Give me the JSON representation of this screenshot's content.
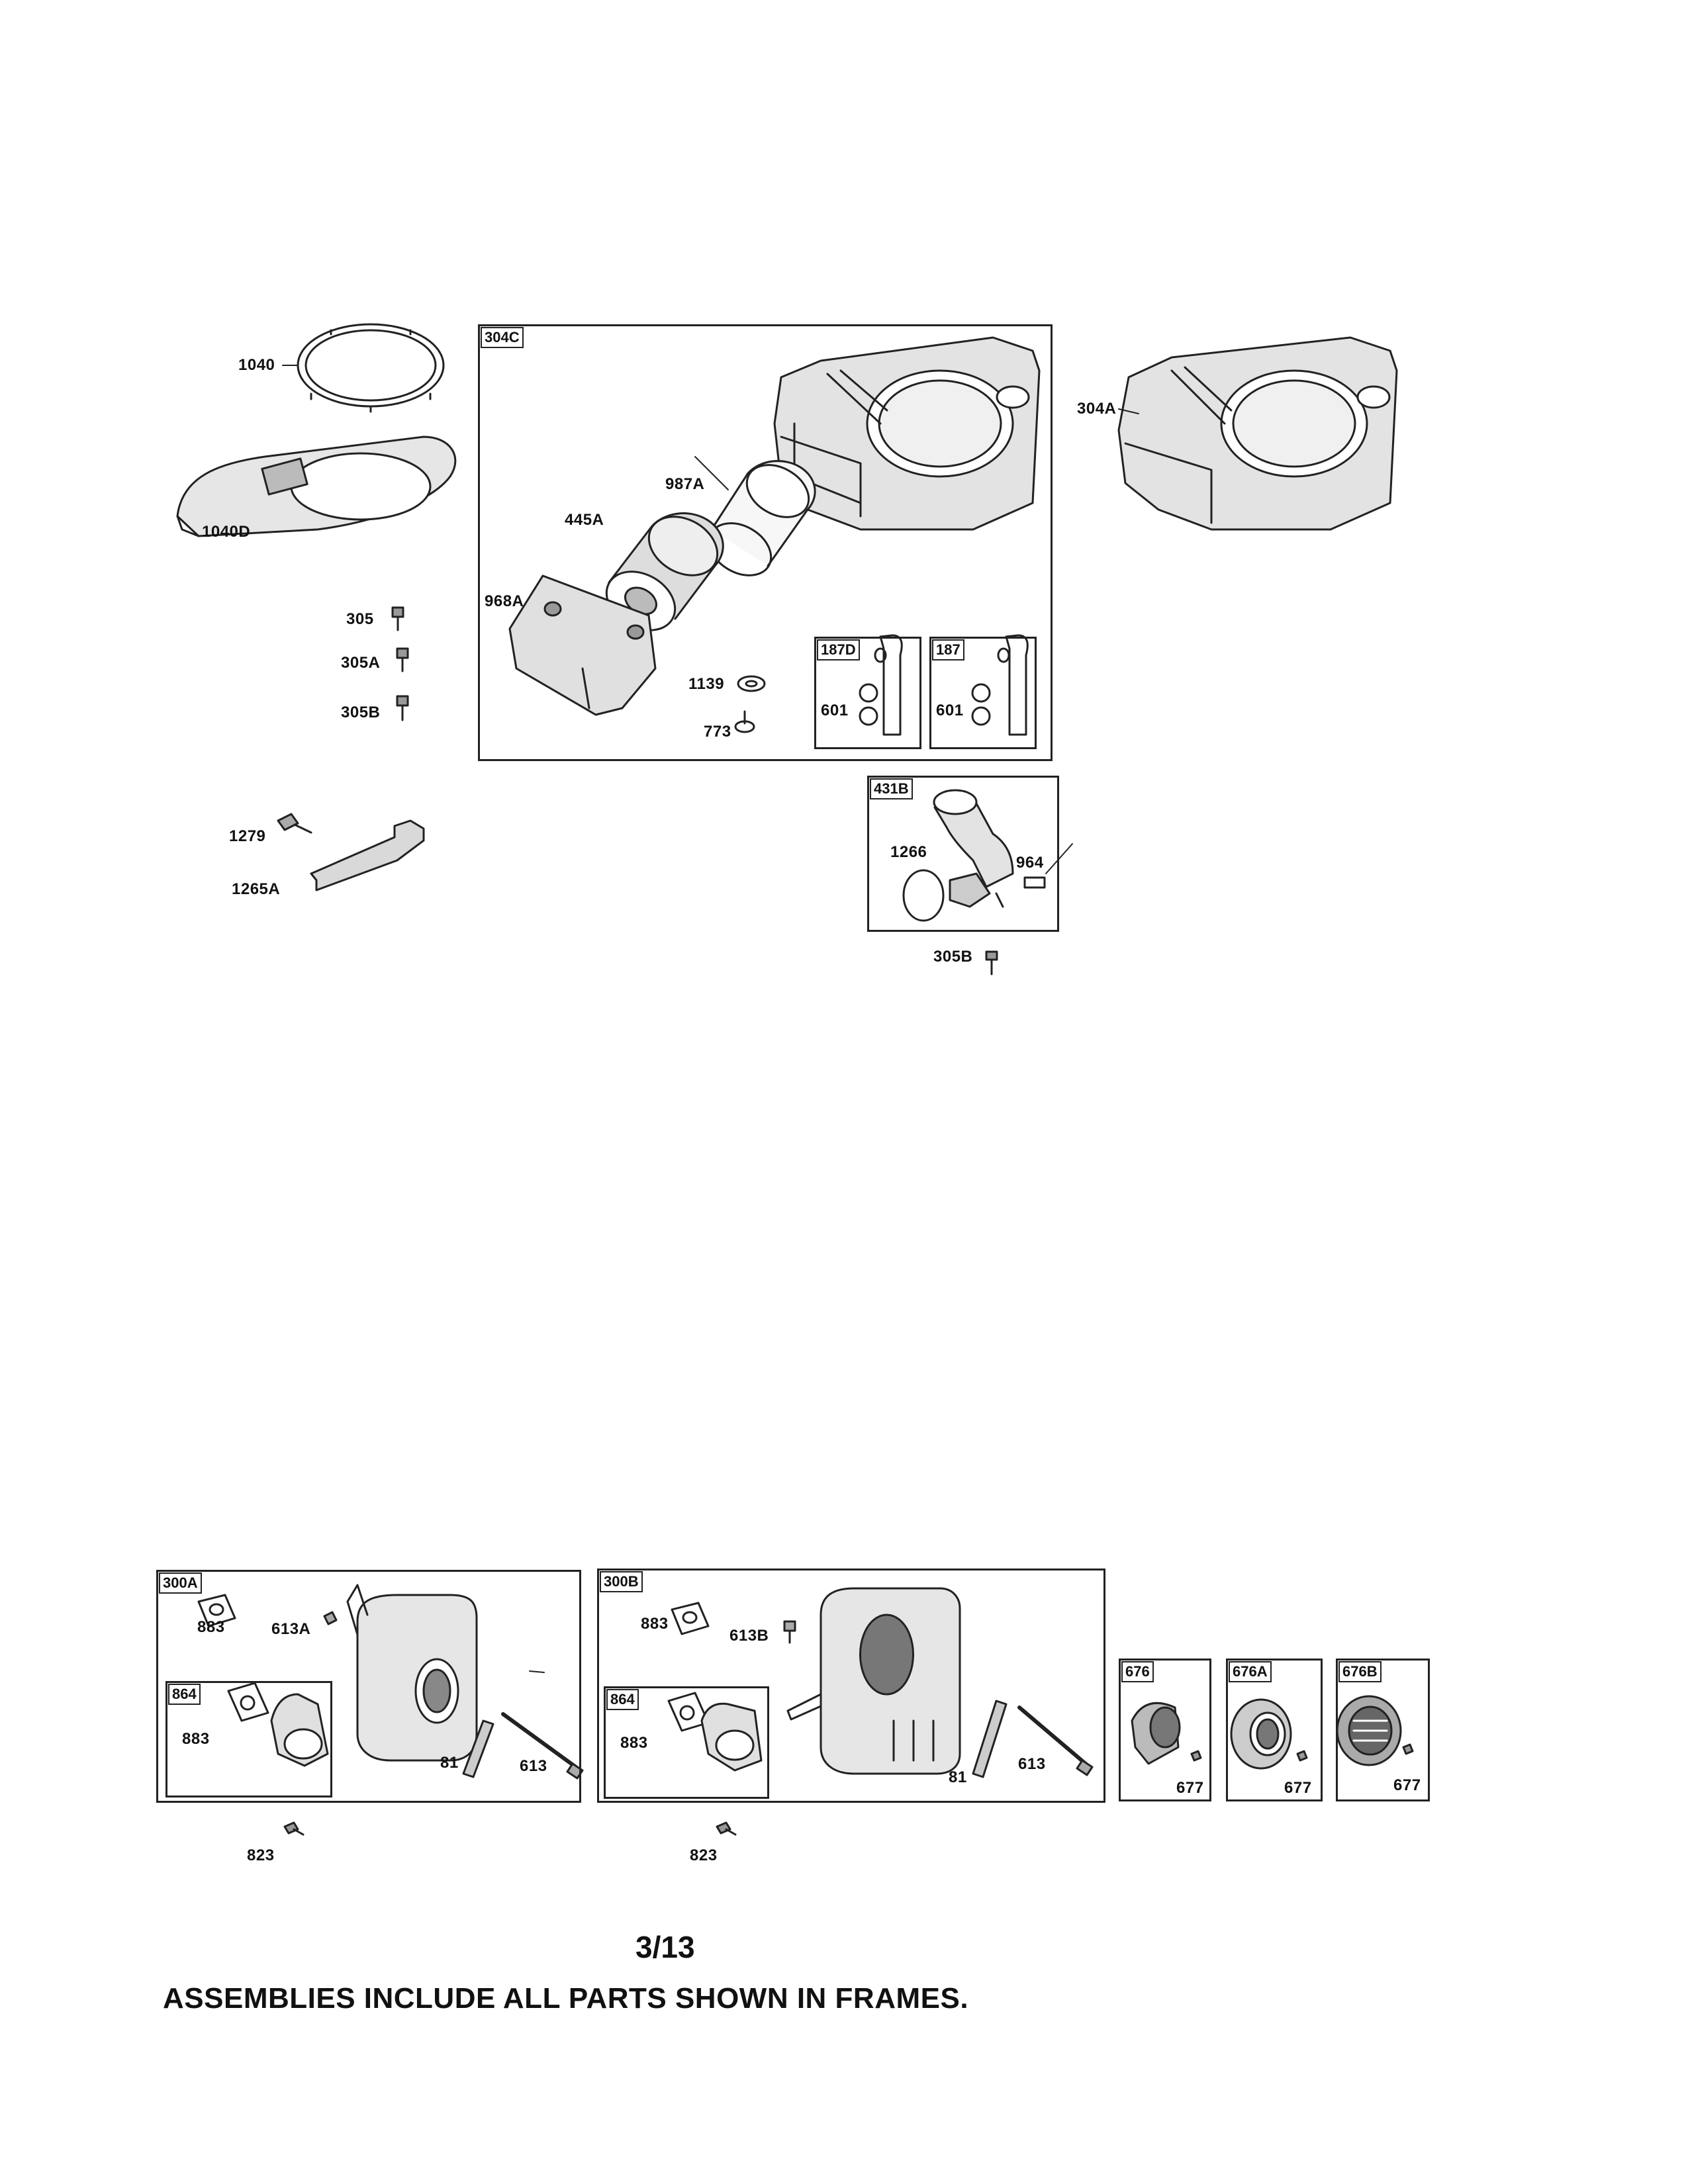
{
  "labels": {
    "p1040": "1040",
    "p1040d": "1040D",
    "p305": "305",
    "p305a": "305A",
    "p305b": "305B",
    "p1279": "1279",
    "p1265a": "1265A",
    "p304c": "304C",
    "p987a": "987A",
    "p445a": "445A",
    "p968a": "968A",
    "p1139": "1139",
    "p773": "773",
    "p187d": "187D",
    "p601a": "601",
    "p187": "187",
    "p601b": "601",
    "p304a": "304A",
    "p431b": "431B",
    "p1266": "1266",
    "p964": "964",
    "p305b2": "305B",
    "p300a": "300A",
    "p883a": "883",
    "p613a": "613A",
    "p864a": "864",
    "p883b": "883",
    "p81a": "81",
    "p613x": "613",
    "p823a": "823",
    "p300b": "300B",
    "p883c": "883",
    "p613b": "613B",
    "p864b": "864",
    "p883d": "883",
    "p81b": "81",
    "p613y": "613",
    "p823b": "823",
    "p676": "676",
    "p677a": "677",
    "p676a": "676A",
    "p677b": "677",
    "p676b": "676B",
    "p677c": "677"
  },
  "page_number": "3/13",
  "footnote": "ASSEMBLIES INCLUDE ALL PARTS SHOWN IN FRAMES."
}
